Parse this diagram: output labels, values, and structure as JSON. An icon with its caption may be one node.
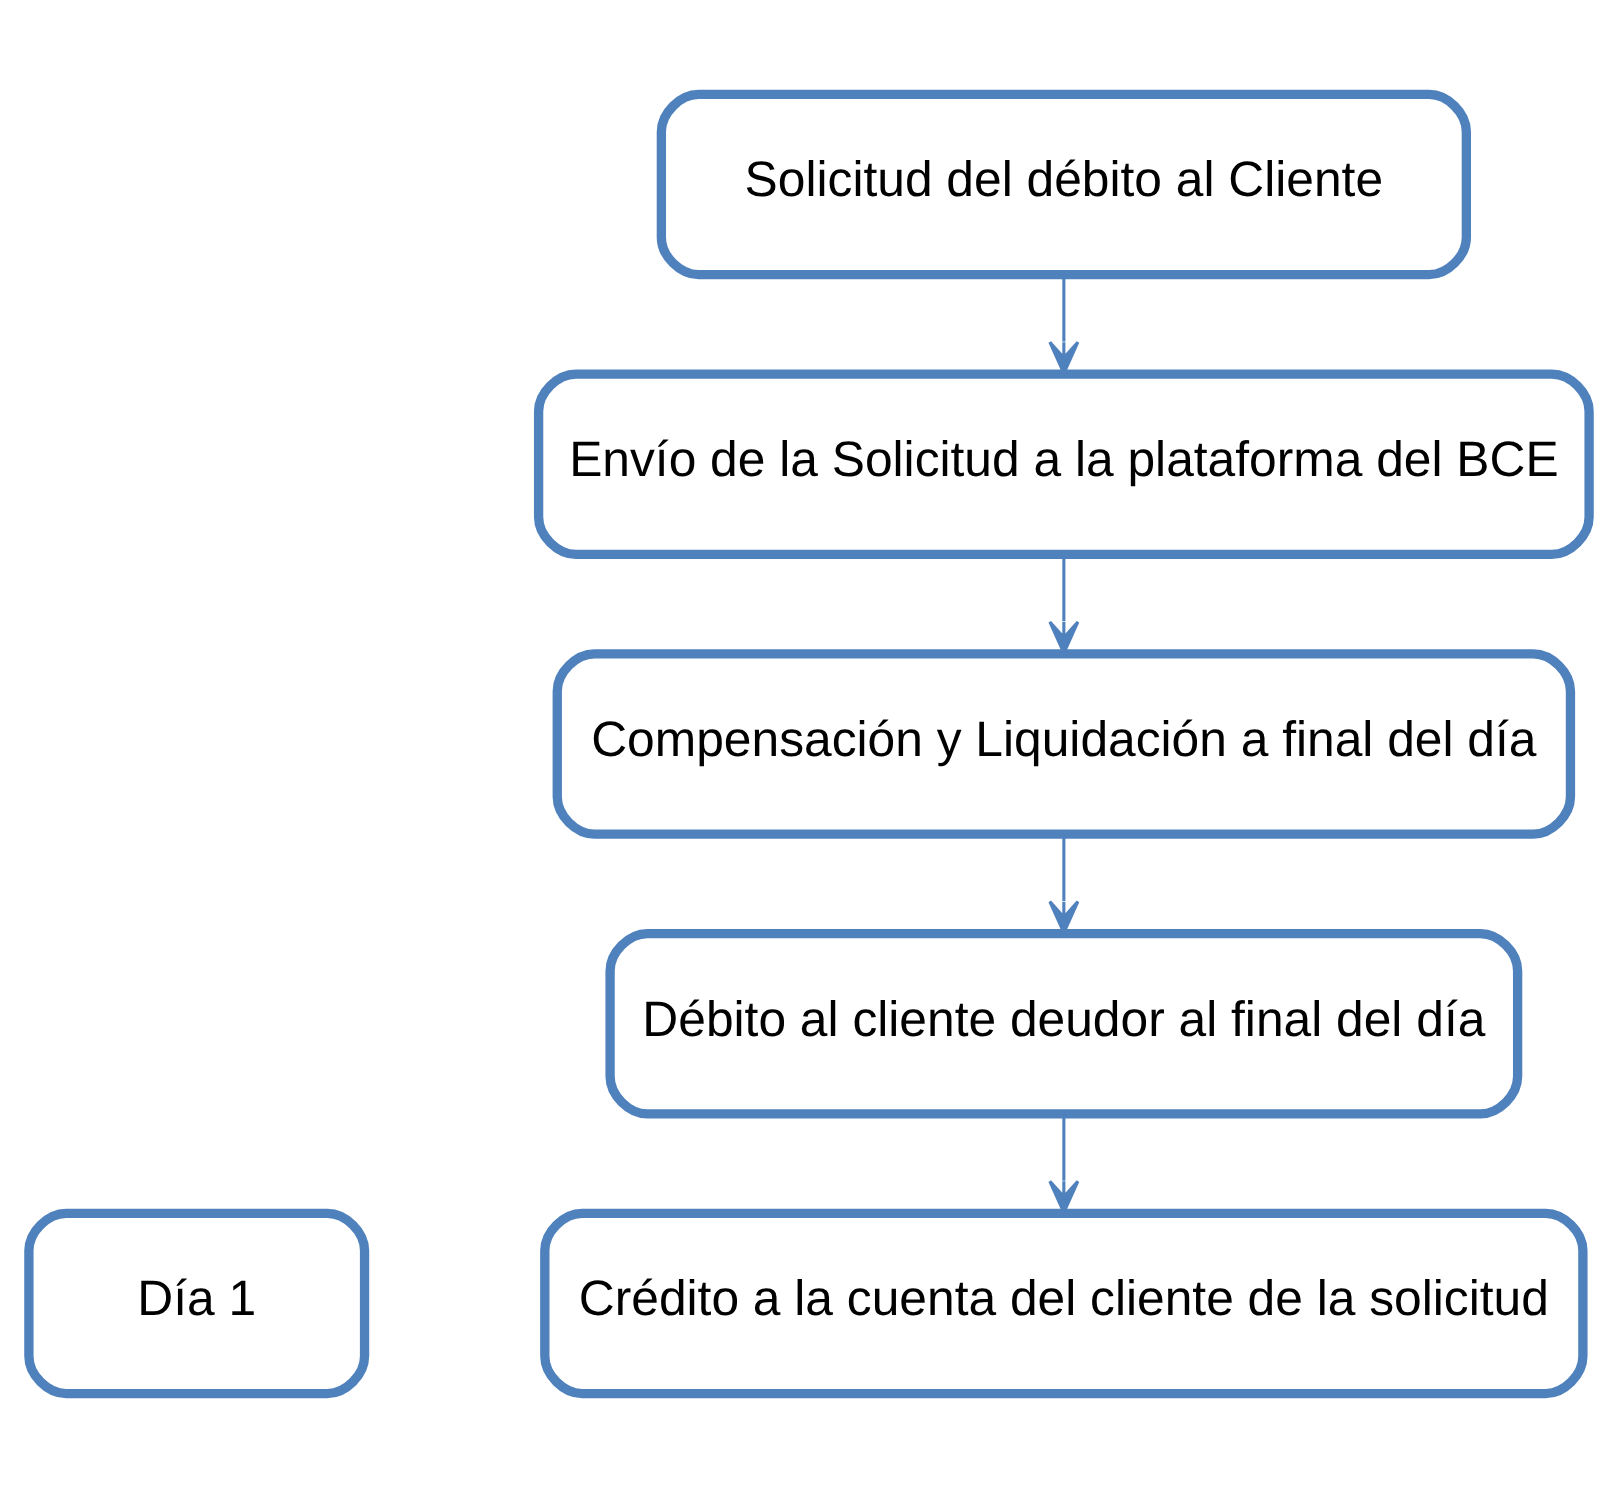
{
  "diagram": {
    "nodes": [
      {
        "text": [
          "Solicitud del débito al Cliente"
        ]
      },
      {
        "text": [
          "Envío de la Solicitud a la plataforma del BCE"
        ]
      },
      {
        "text": [
          "Compensación y Liquidación a final del día"
        ]
      },
      {
        "text": [
          "Débito al cliente deudor al final del día"
        ]
      },
      {
        "text": [
          "Día 1"
        ]
      },
      {
        "text": [
          "Crédito a la cuenta del cliente de la solicitud"
        ]
      }
    ],
    "edges": [
      {
        "from": 0,
        "to": 1,
        "arrow": "to"
      },
      {
        "from": 1,
        "to": 2,
        "arrow": "to"
      },
      {
        "from": 2,
        "to": 3,
        "arrow": "to"
      },
      {
        "from": 3,
        "to": 5,
        "arrow": "to"
      }
    ]
  }
}
